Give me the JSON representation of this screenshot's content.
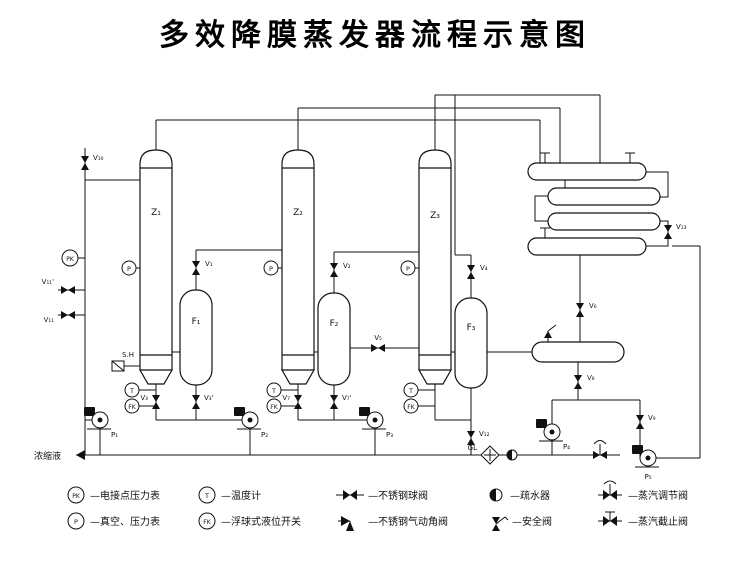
{
  "title": "多效降膜蒸发器流程示意图",
  "labels": {
    "z1": "Z₁",
    "z2": "Z₂",
    "z3": "Z₃",
    "f1": "F₁",
    "f2": "F₂",
    "f3": "F₃",
    "p1": "P₁",
    "p2": "P₂",
    "p3": "P₃",
    "p4": "P₄",
    "p5": "P₅",
    "v1": "V₁",
    "v2": "V₂",
    "v3": "V₃",
    "v3p": "V₃'",
    "v4": "V₄",
    "v5": "V₅",
    "v6": "V₆",
    "v7": "V₇",
    "v7p": "V₇'",
    "v8": "V₈",
    "v9": "V₉",
    "v10": "V₁₀",
    "v11": "V₁₁",
    "v11p": "V₁₁'",
    "v12": "V₁₂",
    "v13": "V₁₃",
    "sh": "S.H",
    "gl": "GL",
    "concentrate": "浓缩液",
    "pk": "PK",
    "p": "P",
    "t": "T",
    "fk": "FK"
  },
  "legend": {
    "rows": [
      {
        "items": [
          {
            "symbol": "pk-gauge",
            "abbr": "PK",
            "text": "—电接点压力表"
          },
          {
            "symbol": "thermometer",
            "abbr": "T",
            "text": "—温度计"
          },
          {
            "symbol": "ball-valve",
            "text": "—不锈钢球阀"
          },
          {
            "symbol": "steam-trap",
            "text": "—疏水器"
          },
          {
            "symbol": "steam-regulating-valve",
            "text": "—蒸汽调节阀"
          }
        ]
      },
      {
        "items": [
          {
            "symbol": "pressure-gauge",
            "abbr": "P",
            "text": "—真空、压力表"
          },
          {
            "symbol": "float-level-switch",
            "abbr": "FK",
            "text": "—浮球式液位开关"
          },
          {
            "symbol": "angle-valve",
            "text": "—不锈钢气动角阀"
          },
          {
            "symbol": "safety-valve",
            "text": "—安全阀"
          },
          {
            "symbol": "steam-stop-valve",
            "text": "—蒸汽截止阀"
          }
        ]
      }
    ]
  }
}
